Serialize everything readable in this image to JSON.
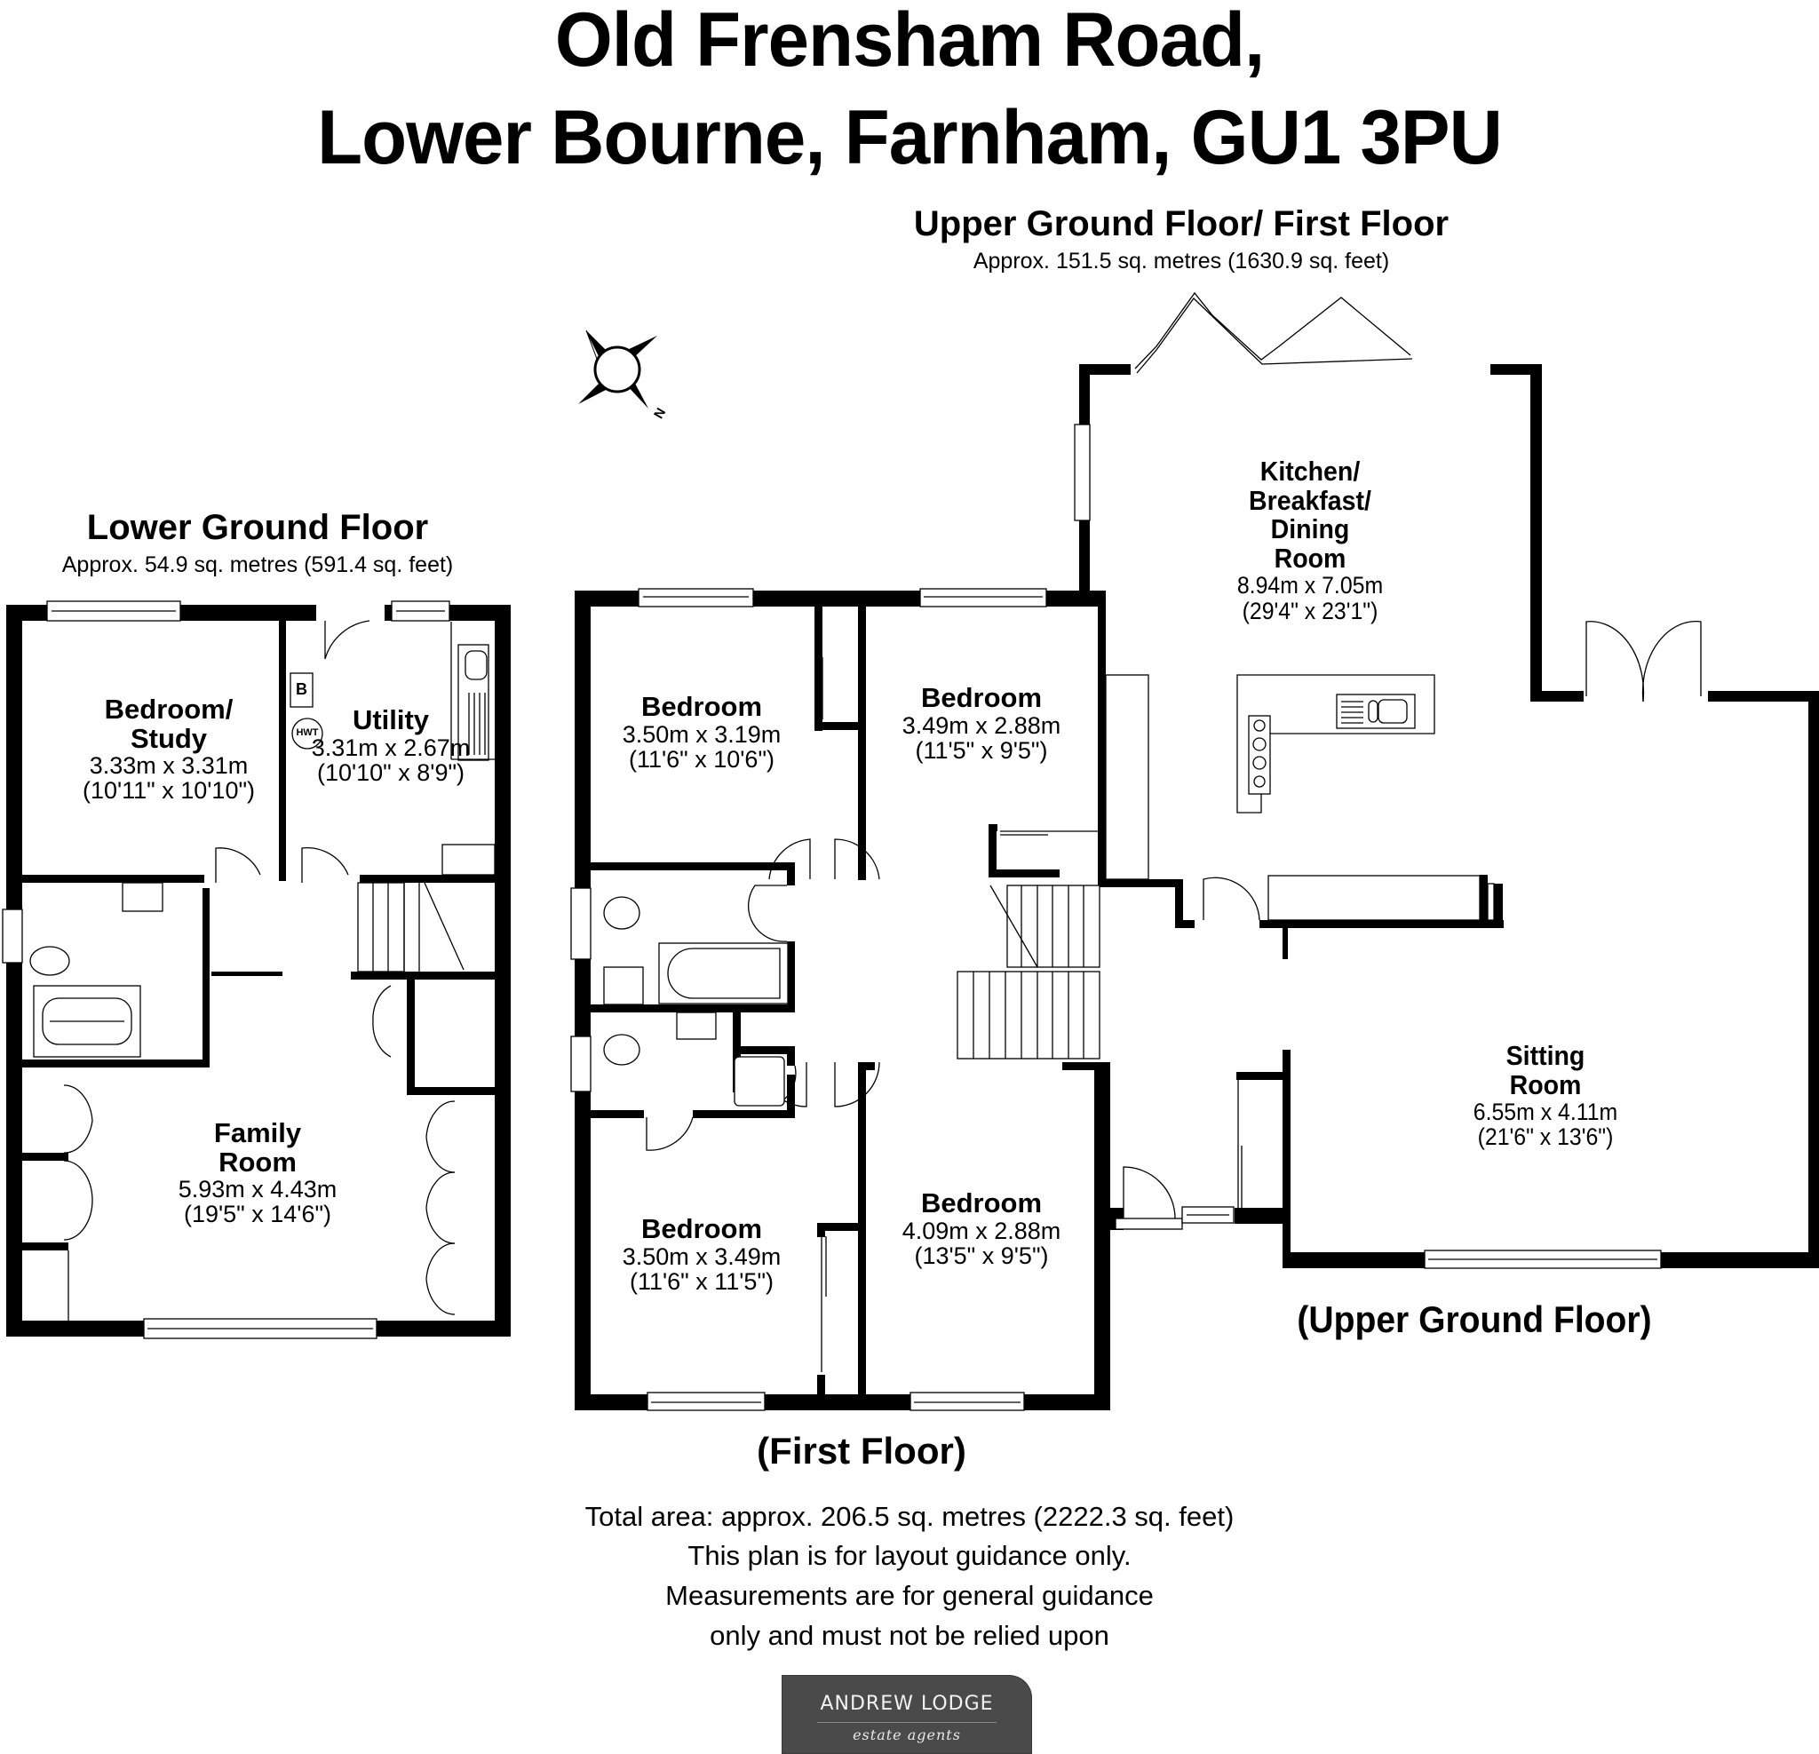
{
  "title": {
    "line1": "Old Frensham Road,",
    "line2": "Lower Bourne, Farnham, GU1 3PU"
  },
  "floors": {
    "upper_first": {
      "heading": "Upper Ground Floor/ First Floor",
      "area": "Approx. 151.5 sq. metres (1630.9 sq. feet)"
    },
    "lower_ground": {
      "heading": "Lower Ground Floor",
      "area": "Approx. 54.9 sq. metres (591.4 sq. feet)"
    },
    "first_floor_caption": "(First Floor)",
    "upper_ground_caption": "(Upper Ground Floor)"
  },
  "rooms": {
    "bedroom_study": {
      "name_l1": "Bedroom/",
      "name_l2": "Study",
      "metric": "3.33m x 3.31m",
      "imperial": "(10'11\" x 10'10\")"
    },
    "utility": {
      "name": "Utility",
      "metric": "3.31m x 2.67m",
      "imperial": "(10'10\" x 8'9\")"
    },
    "family_room": {
      "name_l1": "Family",
      "name_l2": "Room",
      "metric": "5.93m x 4.43m",
      "imperial": "(19'5\" x 14'6\")"
    },
    "bedroom_1": {
      "name": "Bedroom",
      "metric": "3.50m x 3.19m",
      "imperial": "(11'6\" x 10'6\")"
    },
    "bedroom_2": {
      "name": "Bedroom",
      "metric": "3.49m x 2.88m",
      "imperial": "(11'5\" x 9'5\")"
    },
    "bedroom_3": {
      "name": "Bedroom",
      "metric": "3.50m x 3.49m",
      "imperial": "(11'6\" x 11'5\")"
    },
    "bedroom_4": {
      "name": "Bedroom",
      "metric": "4.09m x 2.88m",
      "imperial": "(13'5\" x 9'5\")"
    },
    "kitchen": {
      "name_l1": "Kitchen/",
      "name_l2": "Breakfast/",
      "name_l3": "Dining",
      "name_l4": "Room",
      "metric": "8.94m x 7.05m",
      "imperial": "(29'4\" x 23'1\")"
    },
    "sitting_room": {
      "name_l1": "Sitting",
      "name_l2": "Room",
      "metric": "6.55m x 4.11m",
      "imperial": "(21'6\" x 13'6\")"
    }
  },
  "fixtures": {
    "boiler_label": "B",
    "hot_water_tank_label": "HWT"
  },
  "compass": {
    "north_label": "N"
  },
  "footer": {
    "total_area": "Total area: approx. 206.5 sq. metres (2222.3 sq. feet)",
    "disclaimer_1": "This plan is for layout guidance only.",
    "disclaimer_2": "Measurements are for general guidance",
    "disclaimer_3": "only and must not be relied upon"
  },
  "logo": {
    "name": "ANDREW  LODGE",
    "tagline": "estate agents",
    "background": "#4a4a4a"
  }
}
